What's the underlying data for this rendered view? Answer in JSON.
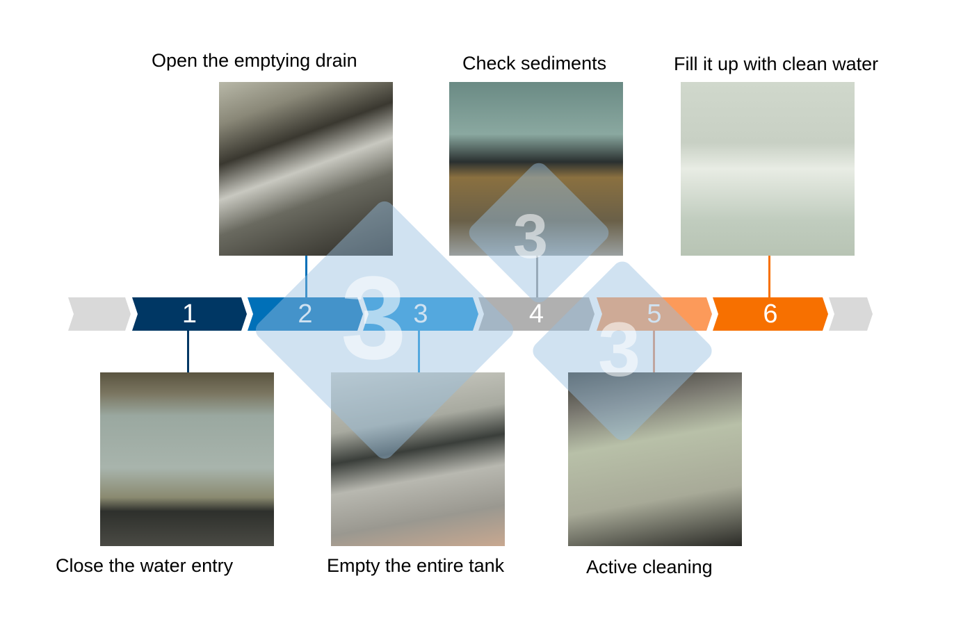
{
  "steps": [
    {
      "number": "1",
      "label": "Close the water entry",
      "color": "#003764",
      "photo": "tank-with-water-entry"
    },
    {
      "number": "2",
      "label": "Open the emptying drain",
      "color": "#0070b8",
      "photo": "man-opening-drain"
    },
    {
      "number": "3",
      "label": "Empty the entire tank",
      "color": "#1e96dc",
      "photo": "drain-pipes"
    },
    {
      "number": "4",
      "label": "Check sediments",
      "color": "#b0b0b0",
      "photo": "tank-sediments"
    },
    {
      "number": "5",
      "label": "Active cleaning",
      "color": "#fc9a5a",
      "photo": "man-cleaning-tank"
    },
    {
      "number": "6",
      "label": "Fill it up with clean water",
      "color": "#f77000",
      "photo": "tank-filling"
    }
  ],
  "end_color": "#d9d9d9",
  "watermark": "3"
}
